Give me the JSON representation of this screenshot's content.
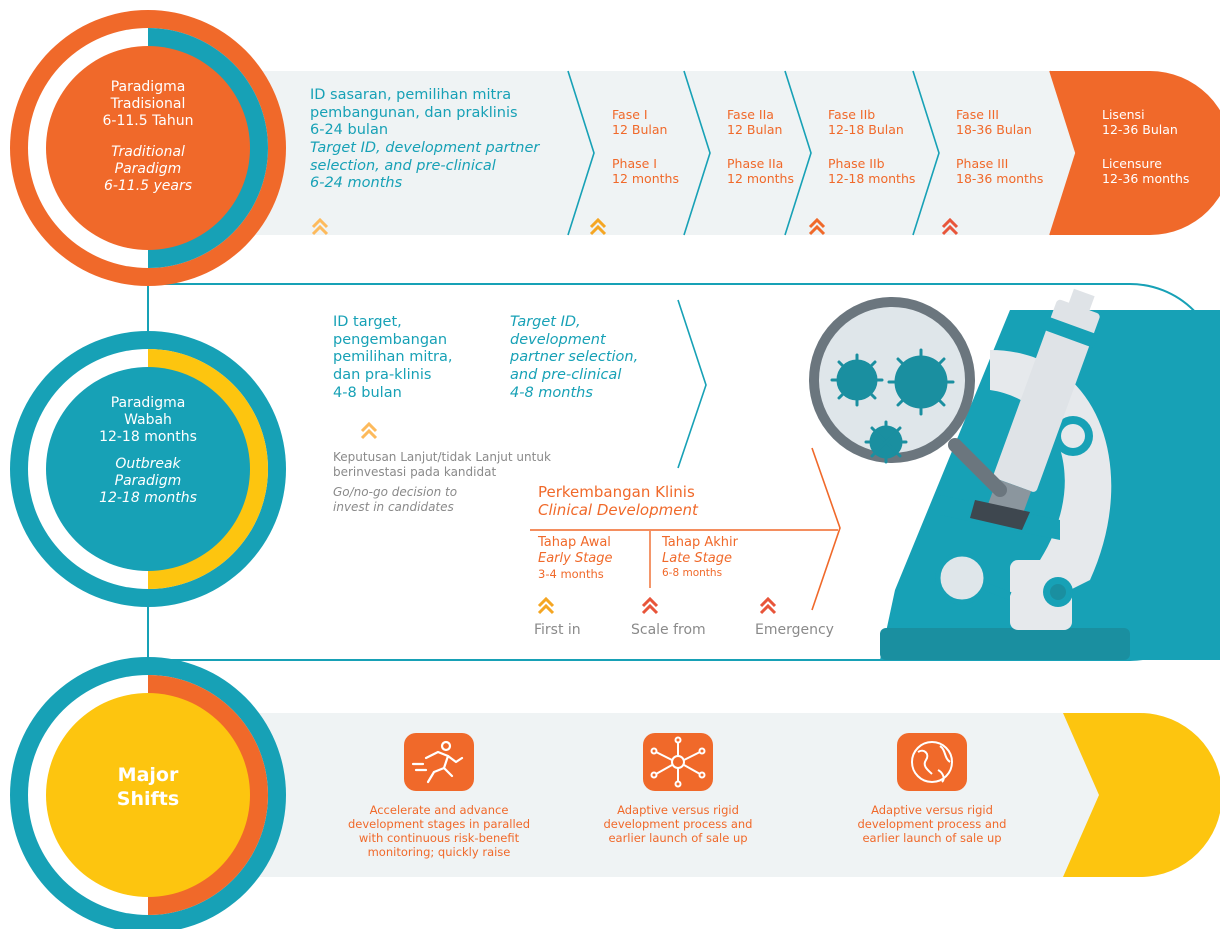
{
  "colors": {
    "orange": "#f0692a",
    "teal": "#17a1b6",
    "yellow": "#fdc50f",
    "light": "#eff3f4",
    "gray": "#8a8a8a",
    "icon_bg": "#f0692a"
  },
  "row1": {
    "circle": {
      "l1": "Paradigma",
      "l2": "Tradisional",
      "l3": "6-11.5 Tahun",
      "i1": "Traditional",
      "i2": "Paradigm",
      "i3": "6-11.5 years"
    },
    "stage0": {
      "id1": "ID sasaran, pemilihan mitra",
      "id2": "pembangunan, dan praklinis",
      "id3": "6-24 bulan",
      "en1": "Target ID, development partner",
      "en2": "selection, and pre-clinical",
      "en3": "6-24 months"
    },
    "phases": [
      {
        "id1": "Fase I",
        "id2": "12 Bulan",
        "en1": "Phase I",
        "en2": "12 months"
      },
      {
        "id1": "Fase IIa",
        "id2": "12 Bulan",
        "en1": "Phase IIa",
        "en2": "12 months"
      },
      {
        "id1": "Fase IIb",
        "id2": "12-18 Bulan",
        "en1": "Phase IIb",
        "en2": "12-18 months"
      },
      {
        "id1": "Fase III",
        "id2": "18-36 Bulan",
        "en1": "Phase III",
        "en2": "18-36 months"
      }
    ],
    "license": {
      "id1": "Lisensi",
      "id2": "12-36 Bulan",
      "en1": "Licensure",
      "en2": "12-36 months"
    }
  },
  "row2": {
    "circle": {
      "l1": "Paradigma",
      "l2": "Wabah",
      "l3": "12-18 months",
      "i1": "Outbreak",
      "i2": "Paradigm",
      "i3": "12-18 months"
    },
    "id_block": {
      "l1": "ID target,",
      "l2": "pengembangan",
      "l3": "pemilihan mitra,",
      "l4": "dan pra-klinis",
      "l5": "4-8 bulan"
    },
    "en_block": {
      "l1": "Target ID,",
      "l2": "development",
      "l3": "partner selection,",
      "l4": "and pre-clinical",
      "l5": "4-8 months"
    },
    "decision": {
      "id1": "Keputusan Lanjut/tidak Lanjut untuk",
      "id2": "berinvestasi pada kandidat",
      "en1": "Go/no-go decision to",
      "en2": "invest in candidates"
    },
    "clinical": {
      "id": "Perkembangan Klinis",
      "en": "Clinical Development"
    },
    "early": {
      "id": "Tahap Awal",
      "en": "Early Stage",
      "dur": "3-4 months"
    },
    "late": {
      "id": "Tahap Akhir",
      "en": "Late Stage",
      "dur": "6-8 months"
    },
    "markers": [
      "First in",
      "Scale from",
      "Emergency"
    ]
  },
  "row3": {
    "circle": {
      "l1": "Major",
      "l2": "Shifts"
    },
    "items": [
      {
        "icon": "runner-icon",
        "l1": "Accelerate and advance",
        "l2": "development stages in paralled",
        "l3": "with continuous  risk-benefit",
        "l4": "monitoring; quickly raise"
      },
      {
        "icon": "network-icon",
        "l1": "Adaptive versus rigid",
        "l2": "development process and",
        "l3": "earlier launch of sale up"
      },
      {
        "icon": "globe-icon",
        "l1": "Adaptive versus rigid",
        "l2": "development process and",
        "l3": "earlier launch of sale up"
      }
    ]
  }
}
